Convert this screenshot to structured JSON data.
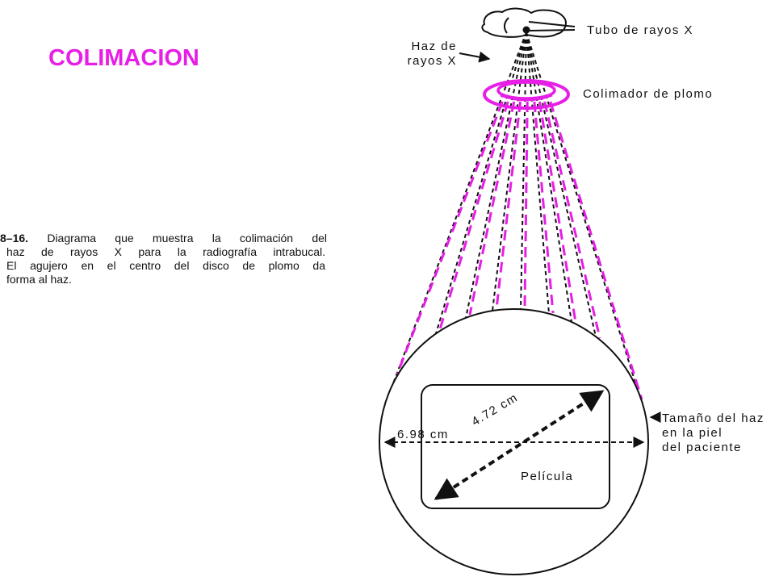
{
  "title": "COLIMACION",
  "colors": {
    "accent": "#e61ee6",
    "ink": "#111111",
    "background": "#ffffff"
  },
  "caption": {
    "number": "8–16.",
    "line1": "Diagrama que muestra la colimación del",
    "line2": "haz de rayos X para la radiografía intrabucal.",
    "line3": "El agujero en el centro del disco de plomo da",
    "line4": "forma al haz."
  },
  "diagram": {
    "tube_label": "Tubo de rayos X",
    "beam_label": [
      "Haz de",
      "rayos X"
    ],
    "collimator_label": "Colimador de plomo",
    "beam_size_label": [
      "Tamaño del haz",
      "en la piel",
      "del paciente"
    ],
    "width_dimension": "6.98 cm",
    "diagonal_dimension": "4.72 cm",
    "film_label": "Película"
  }
}
